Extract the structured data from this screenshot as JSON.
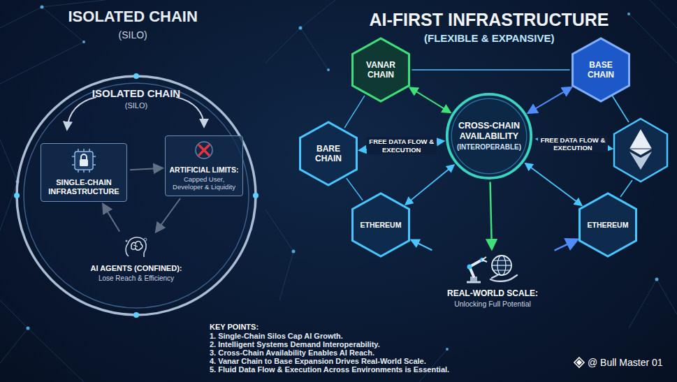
{
  "diagram": {
    "nodes": [
      {
        "text": [
          "ISOLATED CHAIN",
          "(SILO)"
        ]
      },
      {
        "text": [
          "SINGLE-CHAIN INFRASTRUCTURE"
        ],
        "in": 0
      },
      {
        "text": [
          "ARTIFICIAL LIMITS:",
          "Capped User, Developer & Liquidity"
        ],
        "in": 0
      },
      {
        "text": [
          "AI AGENTS (CONFINED):",
          "Lose Reach & Efficiency"
        ],
        "in": 0
      },
      {
        "text": [
          "VANAR CHAIN"
        ]
      },
      {
        "text": [
          "BASE CHAIN"
        ]
      },
      {
        "text": [
          "BARE CHAIN"
        ]
      },
      {
        "text": [
          "CROSS-CHAIN AVAILABILITY",
          "(INTEROPERABLE)"
        ]
      },
      {
        "text": [
          "ETHEREUM"
        ]
      },
      {
        "text": [
          "ETHEREUM"
        ]
      },
      {
        "text": [
          "REAL-WORLD SCALE:",
          "Unlocking Full Potential"
        ]
      }
    ],
    "edges": [
      {
        "from": 1,
        "to": 2,
        "arrow": "to"
      },
      {
        "from": 2,
        "to": 3,
        "arrow": "to"
      },
      {
        "from": 3,
        "to": 1,
        "arrow": "to"
      },
      {
        "from": 4,
        "to": 7,
        "arrow": "both"
      },
      {
        "from": 5,
        "to": 7,
        "arrow": "both"
      },
      {
        "from": 6,
        "to": 7,
        "label": "FREE DATA FLOW & EXECUTION",
        "arrow": "both"
      },
      {
        "from": 8,
        "to": 7,
        "arrow": "both"
      },
      {
        "from": 9,
        "to": 7,
        "arrow": "both"
      },
      {
        "from": 7,
        "to": 10,
        "arrow": "to"
      },
      {
        "from": 10,
        "to": 8,
        "arrow": "to"
      },
      {
        "from": 10,
        "to": 9,
        "arrow": "to"
      },
      {
        "from": 4,
        "to": 5,
        "arrow": "none"
      },
      {
        "from": 4,
        "to": 6,
        "arrow": "none"
      },
      {
        "from": 6,
        "to": 8,
        "arrow": "none"
      }
    ],
    "labels": [
      "ISOLATED CHAIN",
      "(SILO)",
      "AI-FIRST INFRASTRUCTURE",
      "(FLEXIBLE & EXPANSIVE)",
      "FREE DATA FLOW & EXECUTION",
      "KEY POINTS:",
      "1. Single-Chain Silos Cap AI Growth.",
      "2. Intelligent Systems Demand Interoperability.",
      "3. Cross-Chain Availability Enables AI Reach.",
      "4. Vanar Chain to Base Expansion Drives Real-World Scale.",
      "5. Fluid Data Flow & Execution Across Environments is Essential.",
      "@ Bull Master 01"
    ]
  }
}
